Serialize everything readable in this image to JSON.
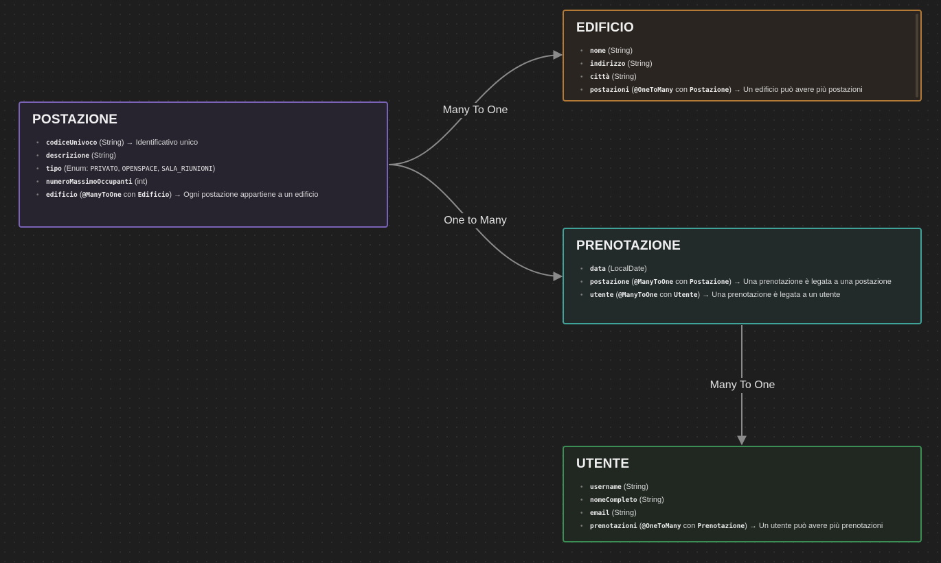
{
  "edges": [
    {
      "label": "Many To One"
    },
    {
      "label": "One to Many"
    },
    {
      "label": "Many To One"
    }
  ],
  "colors": {
    "postazione": "#7a62b8",
    "edificio": "#b57a35",
    "prenotazione": "#3fa39a",
    "utente": "#3b8f55",
    "edge": "#8a8a8a"
  },
  "postazione": {
    "title": "POSTAZIONE",
    "items": [
      {
        "field": "codiceUnivoco",
        "type": "(String)",
        "note": "→ Identificativo unico"
      },
      {
        "field": "descrizione",
        "type": "(String)"
      },
      {
        "field": "tipo",
        "enum_prefix": "(Enum:",
        "enum_values": [
          "PRIVATO",
          "OPENSPACE",
          "SALA_RIUNIONI"
        ],
        "enum_suffix": ")"
      },
      {
        "field": "numeroMassimoOccupanti",
        "type": "(int)"
      },
      {
        "field": "edificio",
        "annotation": "@ManyToOne",
        "con": "con",
        "target": "Edificio",
        "note": "→ Ogni postazione appartiene a un edificio"
      }
    ]
  },
  "edificio": {
    "title": "EDIFICIO",
    "items": [
      {
        "field": "nome",
        "type": "(String)"
      },
      {
        "field": "indirizzo",
        "type": "(String)"
      },
      {
        "field": "città",
        "type": "(String)"
      },
      {
        "field": "postazioni",
        "annotation": "@OneToMany",
        "con": "con",
        "target": "Postazione",
        "note": "→ Un edificio può avere più postazioni"
      }
    ]
  },
  "prenotazione": {
    "title": "PRENOTAZIONE",
    "items": [
      {
        "field": "data",
        "type": "(LocalDate)"
      },
      {
        "field": "postazione",
        "annotation": "@ManyToOne",
        "con": "con",
        "target": "Postazione",
        "note": "→ Una prenotazione è legata a una postazione"
      },
      {
        "field": "utente",
        "annotation": "@ManyToOne",
        "con": "con",
        "target": "Utente",
        "note": "→ Una prenotazione è legata a un utente"
      }
    ]
  },
  "utente": {
    "title": "UTENTE",
    "items": [
      {
        "field": "username",
        "type": "(String)"
      },
      {
        "field": "nomeCompleto",
        "type": "(String)"
      },
      {
        "field": "email",
        "type": "(String)"
      },
      {
        "field": "prenotazioni",
        "annotation": "@OneToMany",
        "con": "con",
        "target": "Prenotazione",
        "note": "→ Un utente può avere più prenotazioni"
      }
    ]
  }
}
